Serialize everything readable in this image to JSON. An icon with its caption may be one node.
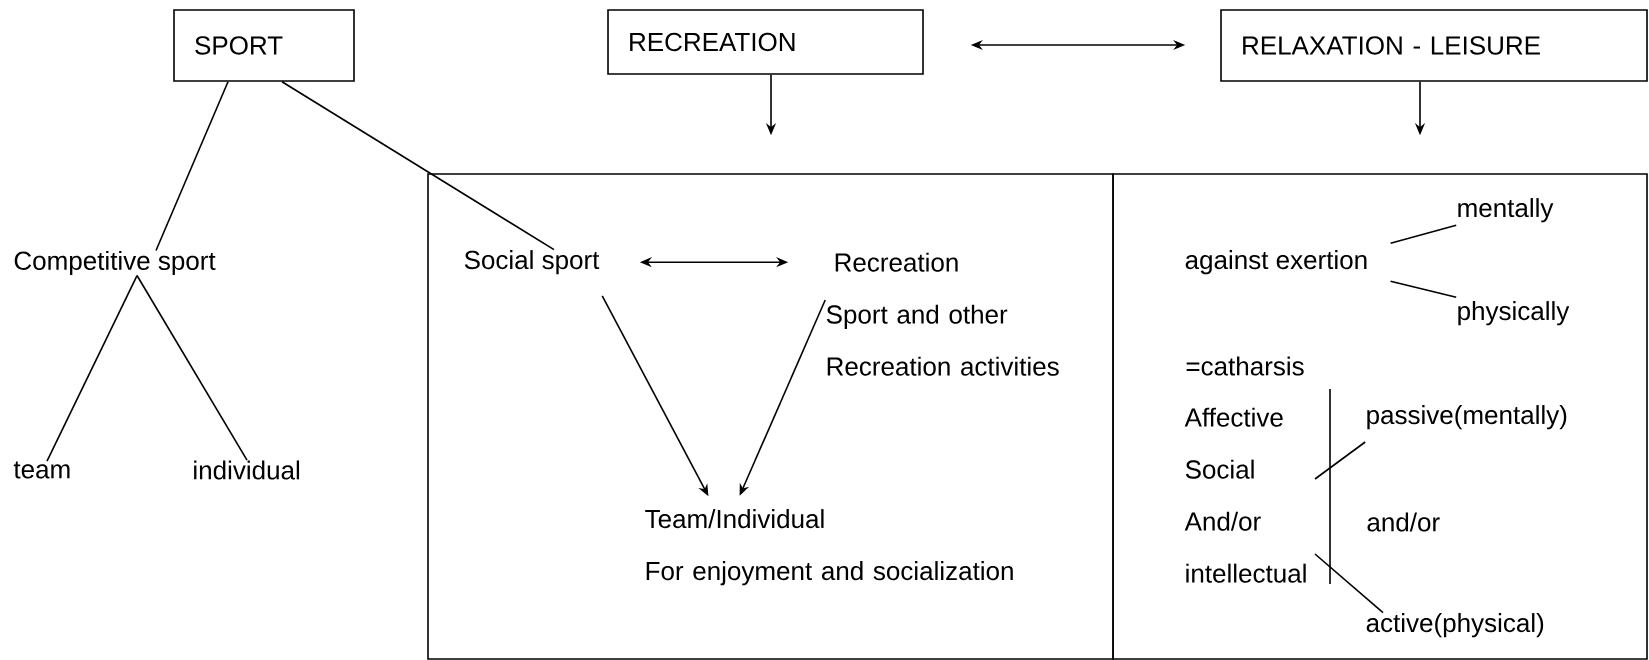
{
  "diagram": {
    "nodes": [
      {
        "text": [
          "SPORT"
        ]
      },
      {
        "text": [
          "RECREATION"
        ]
      },
      {
        "text": [
          "RELAXATION - LEISURE"
        ]
      },
      {
        "text": [
          "Competitive sport"
        ]
      },
      {
        "text": [
          "team"
        ]
      },
      {
        "text": [
          "individual"
        ]
      },
      {
        "text": [],
        "shape": "box"
      },
      {
        "text": [
          "Social sport"
        ],
        "in": 6
      },
      {
        "text": [
          "Recreation",
          "Sport and other Recreation activities"
        ],
        "in": 6
      },
      {
        "text": [
          "Team/Individual",
          "For enjoyment and socialization"
        ],
        "in": 6
      },
      {
        "text": [],
        "shape": "box"
      },
      {
        "text": [
          "against exertion"
        ],
        "in": 10
      },
      {
        "text": [
          "mentally"
        ],
        "in": 10
      },
      {
        "text": [
          "physically"
        ],
        "in": 10
      },
      {
        "text": [
          "Affective Social And/or intellectual"
        ],
        "in": 10
      },
      {
        "text": [
          "passive(mentally)"
        ],
        "in": 10
      },
      {
        "text": [
          "active(physical)"
        ],
        "in": 10
      }
    ],
    "edges": [
      {
        "from": 0,
        "to": 3,
        "arrow": "none"
      },
      {
        "from": 0,
        "to": 7,
        "arrow": "none"
      },
      {
        "from": 3,
        "to": 4,
        "arrow": "none"
      },
      {
        "from": 3,
        "to": 5,
        "arrow": "none"
      },
      {
        "from": 1,
        "to": 2,
        "arrow": "both"
      },
      {
        "from": 1,
        "to": 6,
        "arrow": "to"
      },
      {
        "from": 2,
        "to": 10,
        "arrow": "to"
      },
      {
        "from": 7,
        "to": 8,
        "arrow": "both"
      },
      {
        "from": 7,
        "to": 9,
        "arrow": "to"
      },
      {
        "from": 8,
        "to": 9,
        "arrow": "to"
      },
      {
        "from": 11,
        "to": 12,
        "arrow": "none"
      },
      {
        "from": 11,
        "to": 13,
        "arrow": "none"
      },
      {
        "from": 14,
        "to": 15,
        "arrow": "none"
      },
      {
        "from": 14,
        "to": 16,
        "arrow": "none"
      }
    ],
    "labels": [
      "=catharsis",
      "and/or"
    ]
  }
}
